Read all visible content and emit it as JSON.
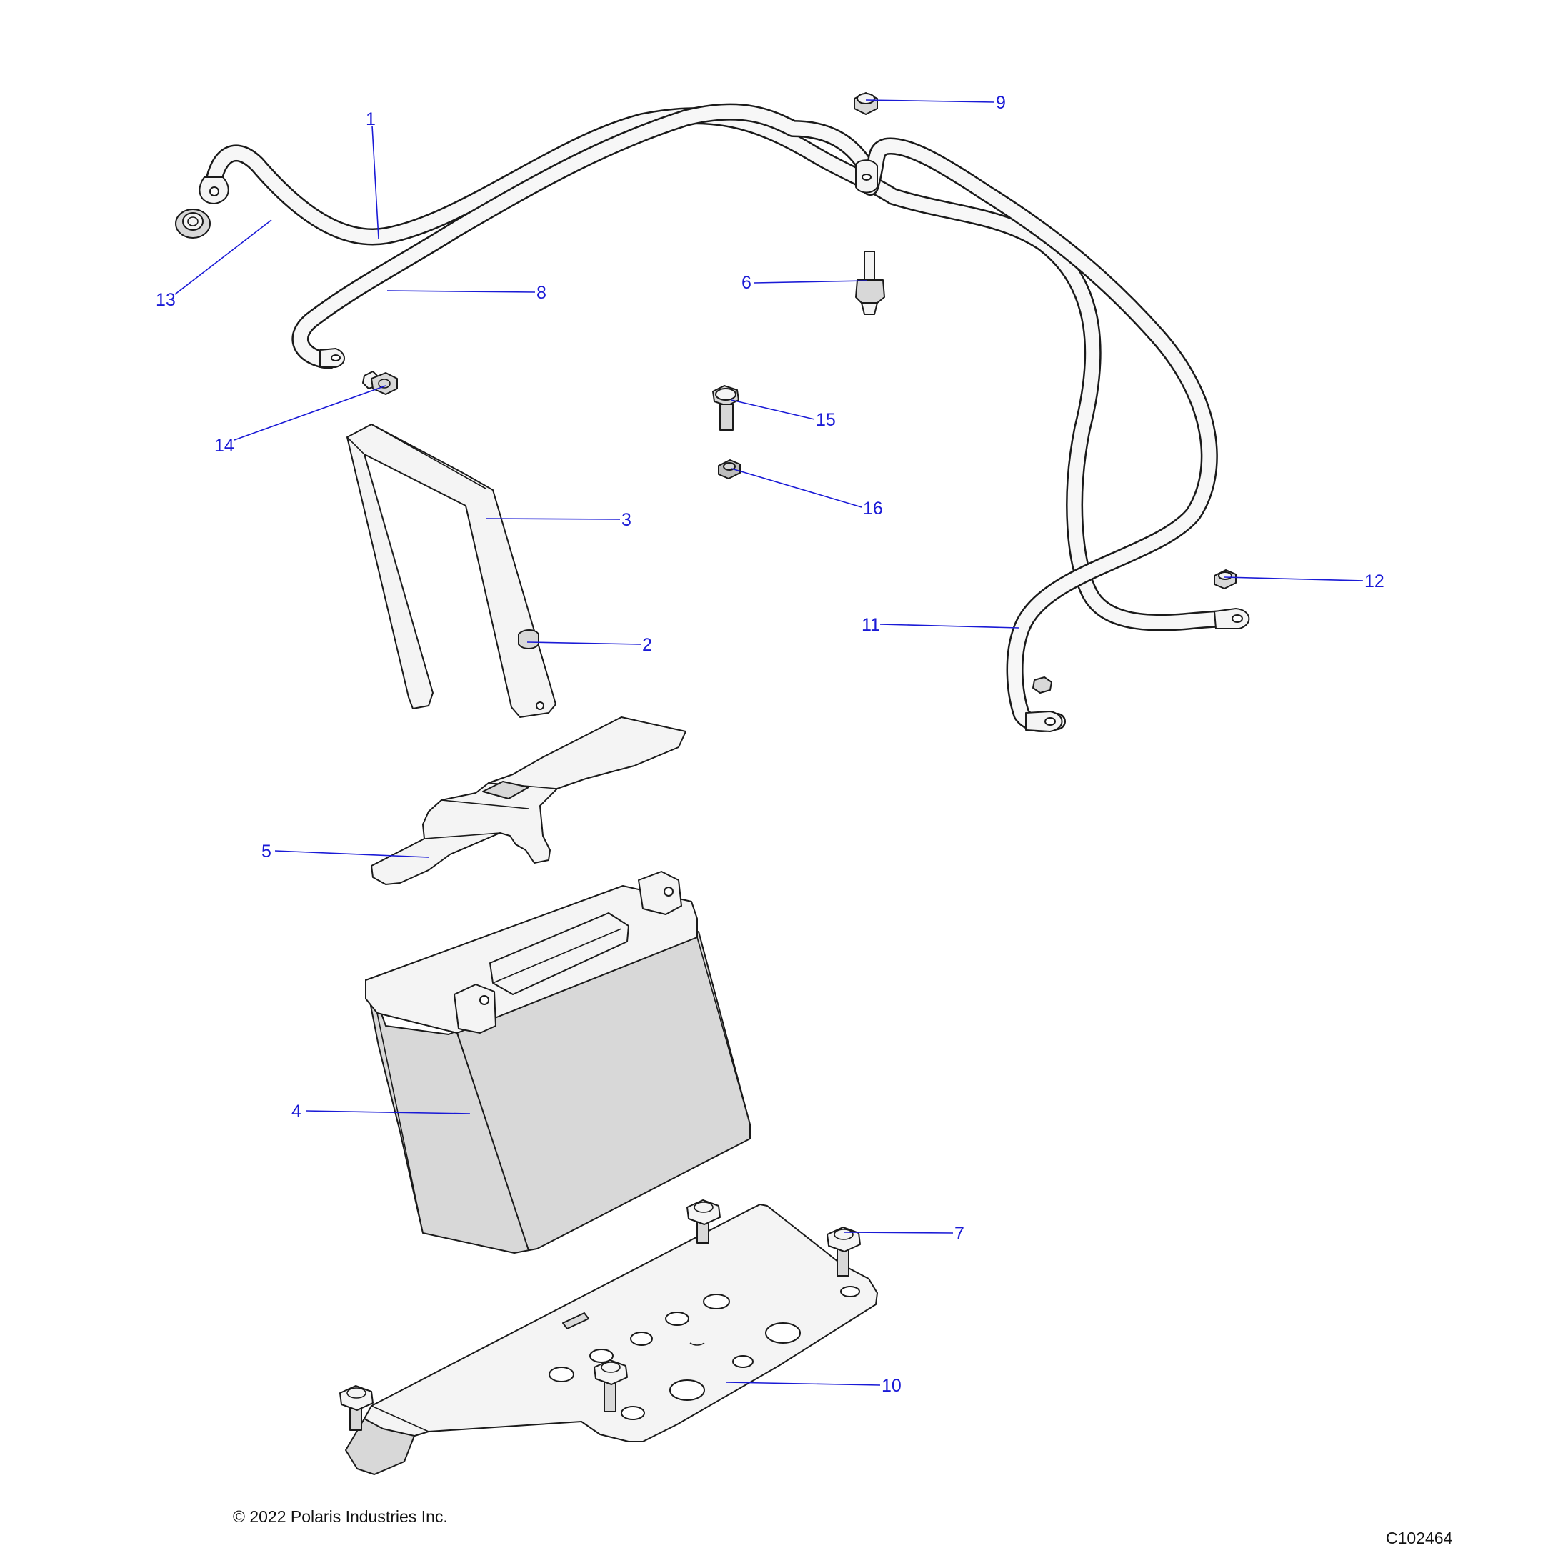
{
  "callouts": [
    {
      "id": "1",
      "label": "1"
    },
    {
      "id": "2",
      "label": "2"
    },
    {
      "id": "3",
      "label": "3"
    },
    {
      "id": "4",
      "label": "4"
    },
    {
      "id": "5",
      "label": "5"
    },
    {
      "id": "6",
      "label": "6"
    },
    {
      "id": "7",
      "label": "7"
    },
    {
      "id": "8",
      "label": "8"
    },
    {
      "id": "9",
      "label": "9"
    },
    {
      "id": "10",
      "label": "10"
    },
    {
      "id": "11",
      "label": "11"
    },
    {
      "id": "12",
      "label": "12"
    },
    {
      "id": "13",
      "label": "13"
    },
    {
      "id": "14",
      "label": "14"
    },
    {
      "id": "15",
      "label": "15"
    },
    {
      "id": "16",
      "label": "16"
    }
  ],
  "footer": {
    "copyright": "© 2022 Polaris Industries Inc.",
    "drawing_id": "C102464"
  },
  "colors": {
    "callout": "#1a1ad6",
    "line": "#1a1a1a",
    "part_fill": "#f4f4f4"
  }
}
